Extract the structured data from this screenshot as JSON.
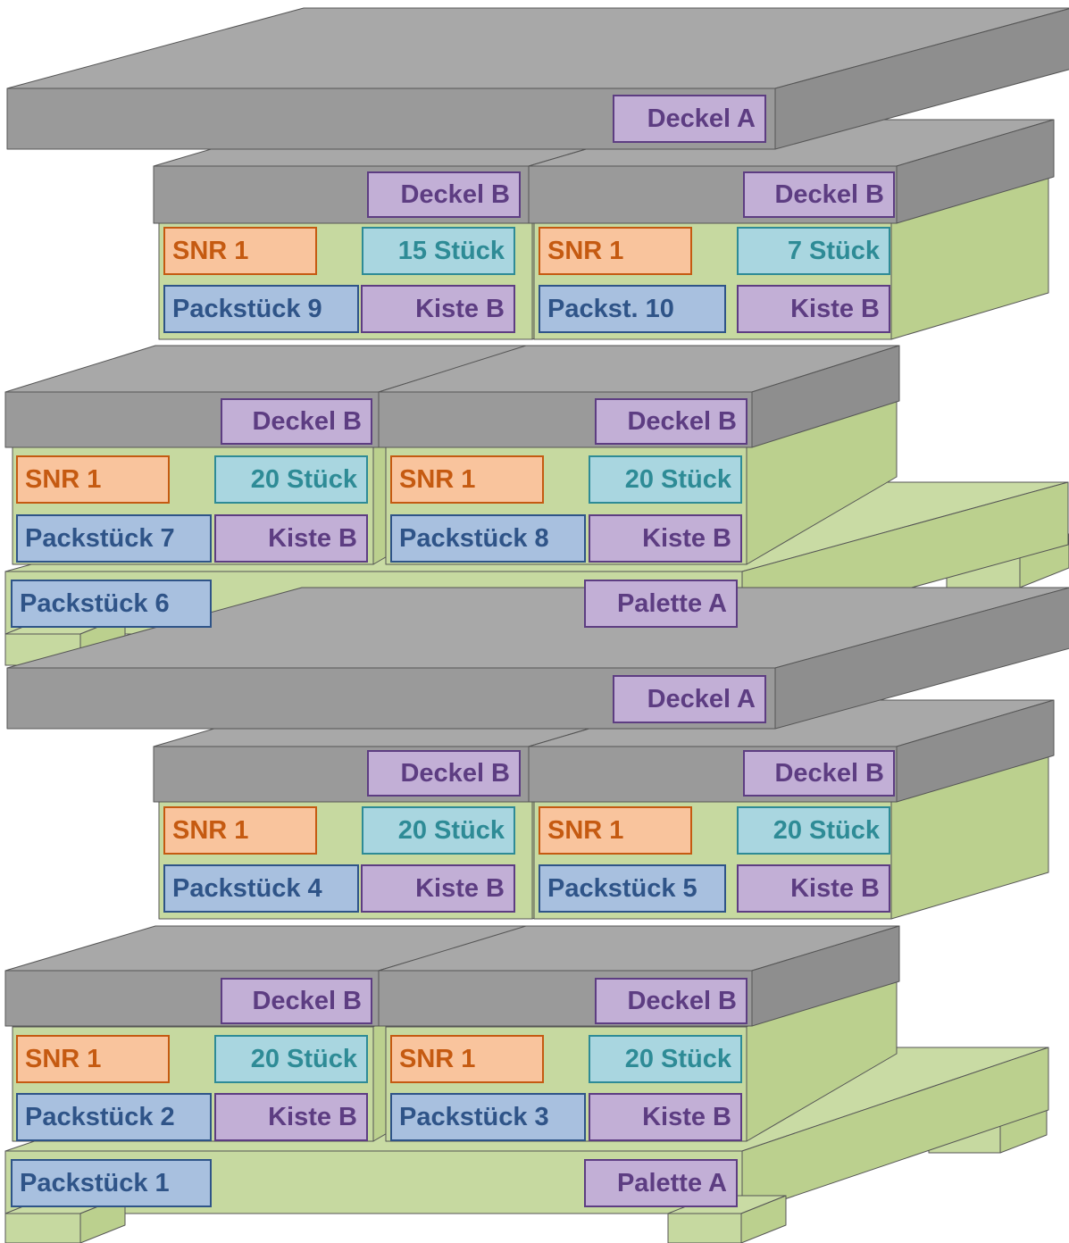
{
  "colors": {
    "green_front": "#C6D9A0",
    "green_top": "#C9DBA4",
    "green_side": "#BBD08E",
    "gray_front": "#9A9A9A",
    "gray_top": "#A8A8A8",
    "gray_side": "#8E8E8E",
    "outline": "#555555"
  },
  "labels": {
    "top_lid_a": "Deckel A",
    "top_lid_b1": "Deckel B",
    "top_lid_b2": "Deckel B",
    "box9_snr": "SNR 1",
    "box9_qty": "15 Stück",
    "box9_pack": "Packstück 9",
    "box9_kiste": "Kiste B",
    "box10_snr": "SNR 1",
    "box10_qty": "7 Stück",
    "box10_pack": "Packst. 10",
    "box10_kiste": "Kiste B",
    "mid_lid_b1": "Deckel B",
    "mid_lid_b2": "Deckel B",
    "box7_snr": "SNR 1",
    "box7_qty": "20 Stück",
    "box7_pack": "Packstück 7",
    "box7_kiste": "Kiste B",
    "box8_snr": "SNR 1",
    "box8_qty": "20 Stück",
    "box8_pack": "Packstück 8",
    "box8_kiste": "Kiste B",
    "pallet1_pack": "Packstück 6",
    "pallet1_name": "Palette A",
    "lower_lid_a": "Deckel A",
    "lower_lid_b1": "Deckel B",
    "lower_lid_b2": "Deckel B",
    "box4_snr": "SNR 1",
    "box4_qty": "20 Stück",
    "box4_pack": "Packstück 4",
    "box4_kiste": "Kiste B",
    "box5_snr": "SNR 1",
    "box5_qty": "20 Stück",
    "box5_pack": "Packstück 5",
    "box5_kiste": "Kiste B",
    "bottom_lid_b1": "Deckel B",
    "bottom_lid_b2": "Deckel B",
    "box2_snr": "SNR 1",
    "box2_qty": "20 Stück",
    "box2_pack": "Packstück 2",
    "box2_kiste": "Kiste B",
    "box3_snr": "SNR 1",
    "box3_qty": "20 Stück",
    "box3_pack": "Packstück 3",
    "box3_kiste": "Kiste B",
    "pallet2_pack": "Packstück 1",
    "pallet2_name": "Palette A"
  }
}
